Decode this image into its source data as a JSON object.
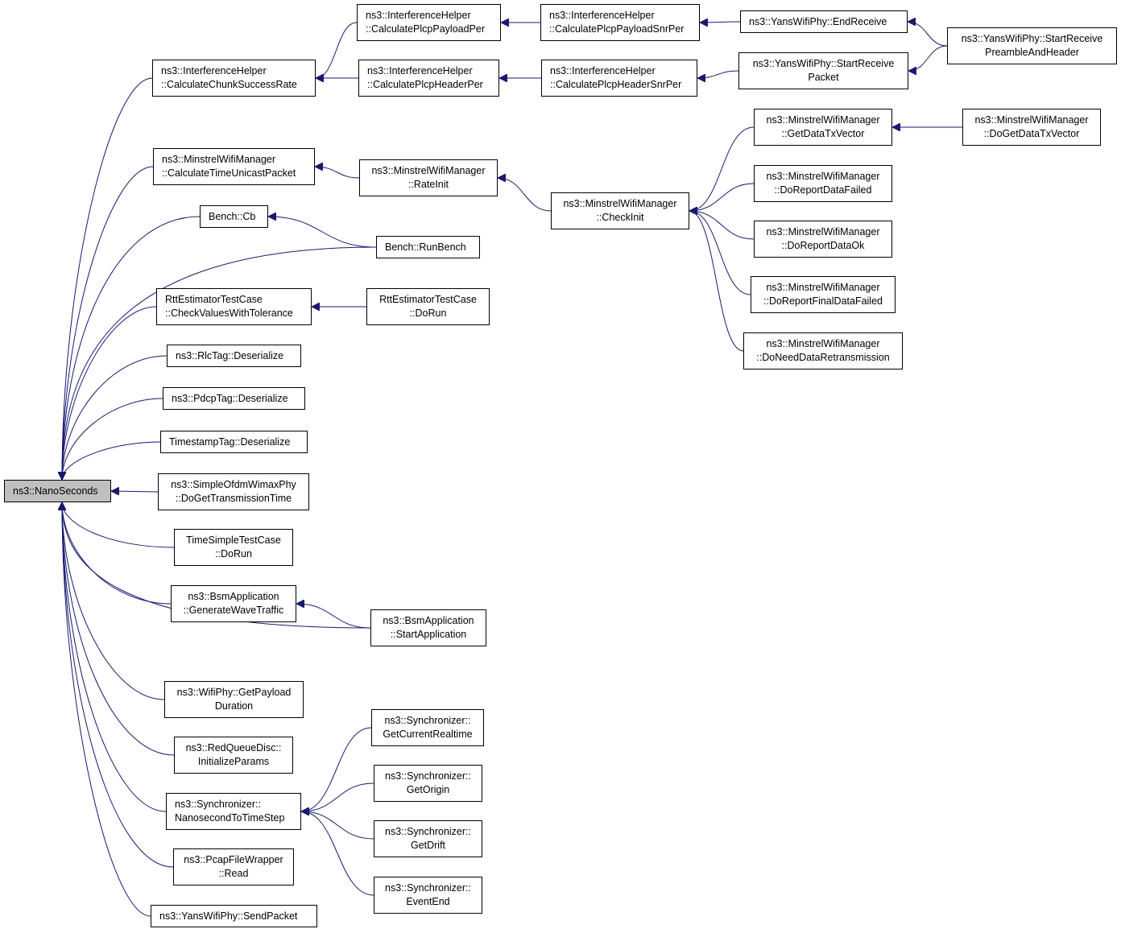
{
  "colors": {
    "edge": "#191970",
    "root_fill": "#bfbfbf",
    "node_fill": "#ffffff",
    "border": "#000000"
  },
  "nodes": {
    "nanoseconds": {
      "lines": [
        "ns3::NanoSeconds"
      ]
    },
    "calc_chunk": {
      "lines": [
        "ns3::InterferenceHelper",
        "::CalculateChunkSuccessRate"
      ]
    },
    "calc_payload_per": {
      "lines": [
        "ns3::InterferenceHelper",
        "::CalculatePlcpPayloadPer"
      ]
    },
    "calc_payload_snr": {
      "lines": [
        "ns3::InterferenceHelper",
        "::CalculatePlcpPayloadSnrPer"
      ]
    },
    "end_receive": {
      "lines": [
        "ns3::YansWifiPhy::EndReceive"
      ]
    },
    "start_preamble": {
      "lines": [
        "ns3::YansWifiPhy::StartReceive",
        "PreambleAndHeader"
      ]
    },
    "calc_header_per": {
      "lines": [
        "ns3::InterferenceHelper",
        "::CalculatePlcpHeaderPer"
      ]
    },
    "calc_header_snr": {
      "lines": [
        "ns3::InterferenceHelper",
        "::CalculatePlcpHeaderSnrPer"
      ]
    },
    "start_packet": {
      "lines": [
        "ns3::YansWifiPhy::StartReceive",
        "Packet"
      ]
    },
    "get_data_tx": {
      "lines": [
        "ns3::MinstrelWifiManager",
        "::GetDataTxVector"
      ]
    },
    "do_get_data_tx": {
      "lines": [
        "ns3::MinstrelWifiManager",
        "::DoGetDataTxVector"
      ]
    },
    "calc_time_unicast": {
      "lines": [
        "ns3::MinstrelWifiManager",
        "::CalculateTimeUnicastPacket"
      ]
    },
    "rate_init": {
      "lines": [
        "ns3::MinstrelWifiManager",
        "::RateInit"
      ]
    },
    "check_init": {
      "lines": [
        "ns3::MinstrelWifiManager",
        "::CheckInit"
      ]
    },
    "report_failed": {
      "lines": [
        "ns3::MinstrelWifiManager",
        "::DoReportDataFailed"
      ]
    },
    "report_ok": {
      "lines": [
        "ns3::MinstrelWifiManager",
        "::DoReportDataOk"
      ]
    },
    "report_final": {
      "lines": [
        "ns3::MinstrelWifiManager",
        "::DoReportFinalDataFailed"
      ]
    },
    "need_retx": {
      "lines": [
        "ns3::MinstrelWifiManager",
        "::DoNeedDataRetransmission"
      ]
    },
    "bench_cb": {
      "lines": [
        "Bench::Cb"
      ]
    },
    "run_bench": {
      "lines": [
        "Bench::RunBench"
      ]
    },
    "rtt_check": {
      "lines": [
        "RttEstimatorTestCase",
        "::CheckValuesWithTolerance"
      ]
    },
    "rtt_dorun": {
      "lines": [
        "RttEstimatorTestCase",
        "::DoRun"
      ]
    },
    "rlctag": {
      "lines": [
        "ns3::RlcTag::Deserialize"
      ]
    },
    "pdcptag": {
      "lines": [
        "ns3::PdcpTag::Deserialize"
      ]
    },
    "timestamptag": {
      "lines": [
        "TimestampTag::Deserialize"
      ]
    },
    "ofdm": {
      "lines": [
        "ns3::SimpleOfdmWimaxPhy",
        "::DoGetTransmissionTime"
      ]
    },
    "timesimple": {
      "lines": [
        "TimeSimpleTestCase",
        "::DoRun"
      ]
    },
    "bsm_wave": {
      "lines": [
        "ns3::BsmApplication",
        "::GenerateWaveTraffic"
      ]
    },
    "bsm_start": {
      "lines": [
        "ns3::BsmApplication",
        "::StartApplication"
      ]
    },
    "wifiphy_payload": {
      "lines": [
        "ns3::WifiPhy::GetPayload",
        "Duration"
      ]
    },
    "red_queue": {
      "lines": [
        "ns3::RedQueueDisc::",
        "InitializeParams"
      ]
    },
    "sync_nano": {
      "lines": [
        "ns3::Synchronizer::",
        "NanosecondToTimeStep"
      ]
    },
    "sync_realtime": {
      "lines": [
        "ns3::Synchronizer::",
        "GetCurrentRealtime"
      ]
    },
    "sync_origin": {
      "lines": [
        "ns3::Synchronizer::",
        "GetOrigin"
      ]
    },
    "sync_drift": {
      "lines": [
        "ns3::Synchronizer::",
        "GetDrift"
      ]
    },
    "sync_eventend": {
      "lines": [
        "ns3::Synchronizer::",
        "EventEnd"
      ]
    },
    "pcap_read": {
      "lines": [
        "ns3::PcapFileWrapper",
        "::Read"
      ]
    },
    "send_packet": {
      "lines": [
        "ns3::YansWifiPhy::SendPacket"
      ]
    }
  },
  "edges": [
    [
      "calc_payload_per",
      "calc_chunk"
    ],
    [
      "calc_header_per",
      "calc_chunk"
    ],
    [
      "calc_payload_snr",
      "calc_payload_per"
    ],
    [
      "end_receive",
      "calc_payload_snr"
    ],
    [
      "start_preamble",
      "end_receive"
    ],
    [
      "calc_header_snr",
      "calc_header_per"
    ],
    [
      "start_packet",
      "calc_header_snr"
    ],
    [
      "start_preamble",
      "start_packet"
    ],
    [
      "rate_init",
      "calc_time_unicast"
    ],
    [
      "check_init",
      "rate_init"
    ],
    [
      "get_data_tx",
      "check_init"
    ],
    [
      "do_get_data_tx",
      "get_data_tx"
    ],
    [
      "report_failed",
      "check_init"
    ],
    [
      "report_ok",
      "check_init"
    ],
    [
      "report_final",
      "check_init"
    ],
    [
      "need_retx",
      "check_init"
    ],
    [
      "run_bench",
      "bench_cb"
    ],
    [
      "rtt_dorun",
      "rtt_check"
    ],
    [
      "bsm_start",
      "bsm_wave"
    ],
    [
      "sync_realtime",
      "sync_nano"
    ],
    [
      "sync_origin",
      "sync_nano"
    ],
    [
      "sync_drift",
      "sync_nano"
    ],
    [
      "sync_eventend",
      "sync_nano"
    ],
    [
      "calc_chunk",
      "nanoseconds"
    ],
    [
      "calc_time_unicast",
      "nanoseconds"
    ],
    [
      "bench_cb",
      "nanoseconds"
    ],
    [
      "run_bench",
      "nanoseconds"
    ],
    [
      "rtt_check",
      "nanoseconds"
    ],
    [
      "rlctag",
      "nanoseconds"
    ],
    [
      "pdcptag",
      "nanoseconds"
    ],
    [
      "timestamptag",
      "nanoseconds"
    ],
    [
      "ofdm",
      "nanoseconds"
    ],
    [
      "timesimple",
      "nanoseconds"
    ],
    [
      "bsm_wave",
      "nanoseconds"
    ],
    [
      "bsm_start",
      "nanoseconds"
    ],
    [
      "wifiphy_payload",
      "nanoseconds"
    ],
    [
      "red_queue",
      "nanoseconds"
    ],
    [
      "sync_nano",
      "nanoseconds"
    ],
    [
      "pcap_read",
      "nanoseconds"
    ],
    [
      "send_packet",
      "nanoseconds"
    ]
  ]
}
